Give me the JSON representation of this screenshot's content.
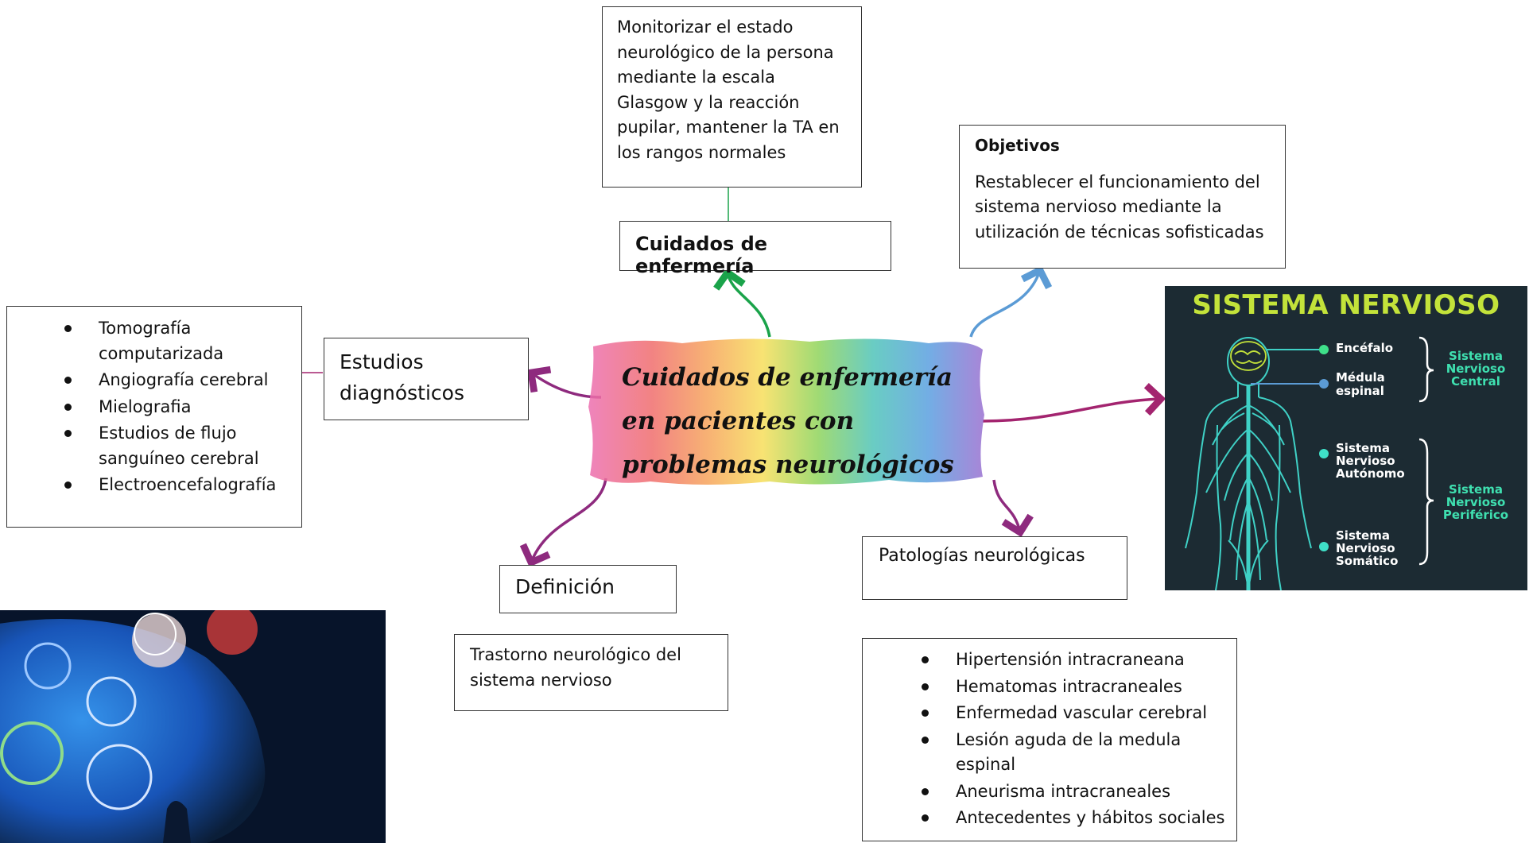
{
  "central": {
    "title": "Cuidados de enfermería en pacientes con problemas neurológicos"
  },
  "cuidados": {
    "label": "Cuidados de enfermería",
    "detail": "Monitorizar el estado neurológico de la persona mediante la escala Glasgow y la reacción pupilar, mantener la TA en los rangos normales"
  },
  "objetivos": {
    "heading": "Objetivos",
    "text": "Restablecer el funcionamiento del sistema nervioso mediante la utilización de técnicas sofisticadas"
  },
  "estudios": {
    "label": "Estudios diagnósticos",
    "items": [
      "Tomografía computarizada",
      "Angiografía cerebral",
      "Mielografia",
      "Estudios de flujo sanguíneo cerebral",
      "Electroencefalografía"
    ]
  },
  "definicion": {
    "label": "Definición",
    "text": "Trastorno neurológico del sistema nervioso"
  },
  "patologias": {
    "label": "Patologías neurológicas",
    "items": [
      "Hipertensión intracraneana",
      "Hematomas intracraneales",
      "Enfermedad vascular cerebral",
      "Lesión aguda de la medula espinal",
      "Aneurisma intracraneales",
      "Antecedentes y hábitos sociales"
    ]
  },
  "sistema_nervioso": {
    "title": "SISTEMA NERVIOSO",
    "encefalo": "Encéfalo",
    "medula": "Médula espinal",
    "central": "Sistema Nervioso Central",
    "autonomo": "Sistema Nervioso Autónomo",
    "somatico": "Sistema Nervioso Somático",
    "periferico": "Sistema Nervioso Periférico"
  },
  "colors": {
    "arrow_green": "#1aa34a",
    "arrow_blue": "#5b9bd5",
    "arrow_purple": "#8e2a7e",
    "arrow_magenta": "#a3246f",
    "ns_title": "#c3e33a",
    "ns_figure": "#3fd1c6"
  }
}
